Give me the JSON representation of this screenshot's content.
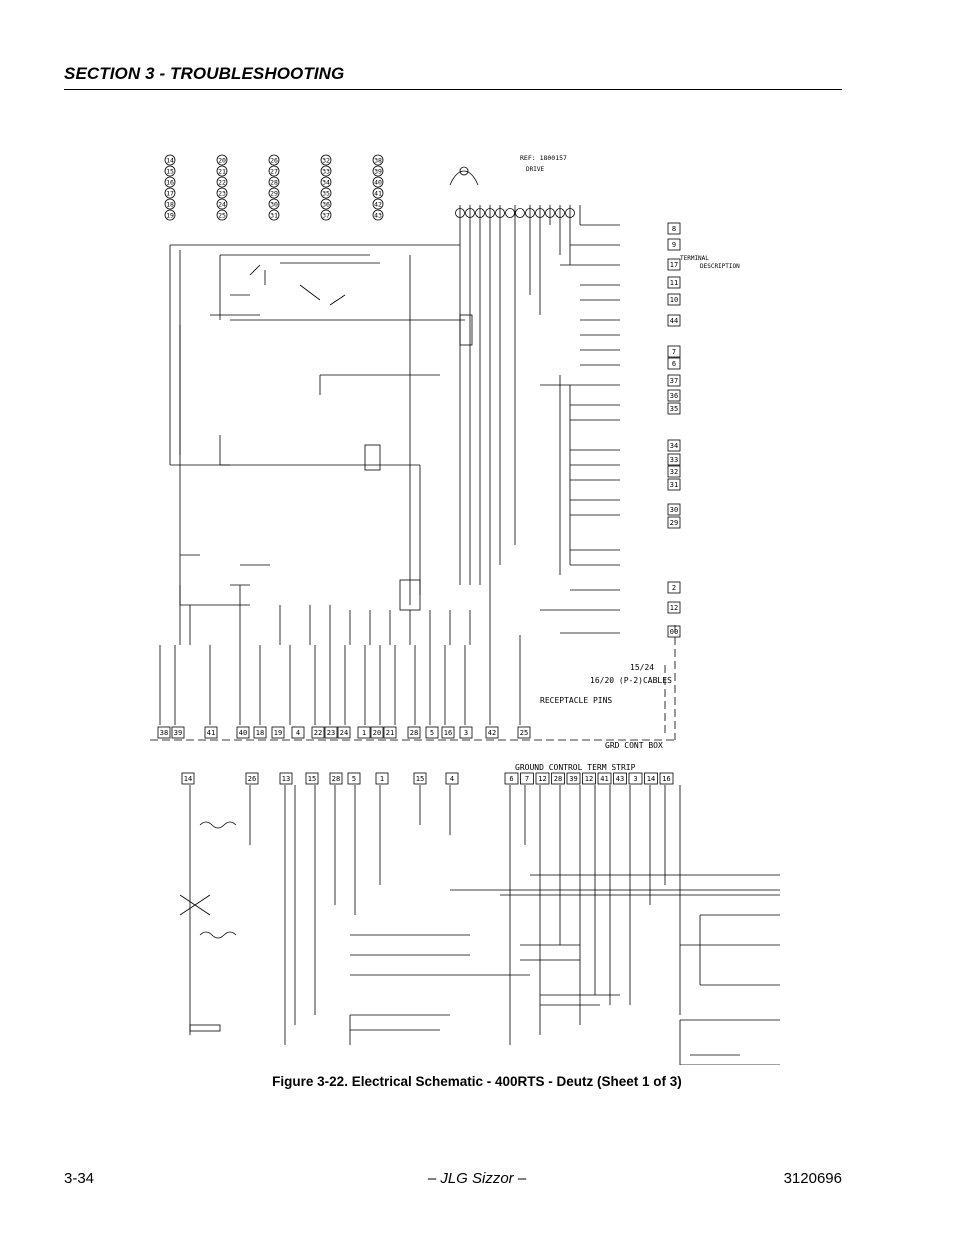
{
  "header": {
    "section_title": "SECTION 3 - TROUBLESHOOTING"
  },
  "figure": {
    "caption": "Figure 3-22.  Electrical Schematic - 400RTS - Deutz (Sheet 1 of 3)",
    "ref_label": "REF: 1800157",
    "drive_label": "DRIVE",
    "strip_title_1": "TERMINAL",
    "strip_title_2": "DESCRIPTION",
    "cables_label_1": "15/24",
    "cables_label_2": "16/20 (P-2)CABLES",
    "receptacle_label": "RECEPTACLE PINS",
    "box_label": "GRD CONT BOX",
    "term_strip_label": "GROUND CONTROL TERM STRIP",
    "legend": [
      "14",
      "15",
      "16",
      "17",
      "18",
      "19",
      "20",
      "21",
      "22",
      "23",
      "24",
      "25",
      "26",
      "27",
      "28",
      "29",
      "30",
      "31",
      "32",
      "33",
      "34",
      "35",
      "36",
      "37",
      "38",
      "39",
      "40",
      "41",
      "42",
      "43"
    ],
    "bottom_pins": [
      "38",
      "39",
      "41",
      "40",
      "18",
      "19",
      "4",
      "22",
      "23",
      "24",
      "1",
      "20",
      "21",
      "28",
      "5",
      "16",
      "3",
      "42",
      "25"
    ],
    "strip_right_pins": [
      "8",
      "9",
      "17",
      "11",
      "10",
      "44",
      "7",
      "6",
      "37",
      "36",
      "35",
      "34",
      "33",
      "32",
      "31",
      "30",
      "29",
      "2",
      "12",
      "00"
    ],
    "lower_top_pins": [
      "14",
      "26",
      "13",
      "15",
      "28",
      "5",
      "1",
      "15",
      "4"
    ],
    "ground_strip_pins": [
      "6",
      "7",
      "12",
      "28",
      "39",
      "12",
      "41",
      "43",
      "3",
      "14",
      "16"
    ]
  },
  "footer": {
    "page_number": "3-34",
    "center_text": "– JLG Sizzor –",
    "doc_number": "3120696"
  }
}
